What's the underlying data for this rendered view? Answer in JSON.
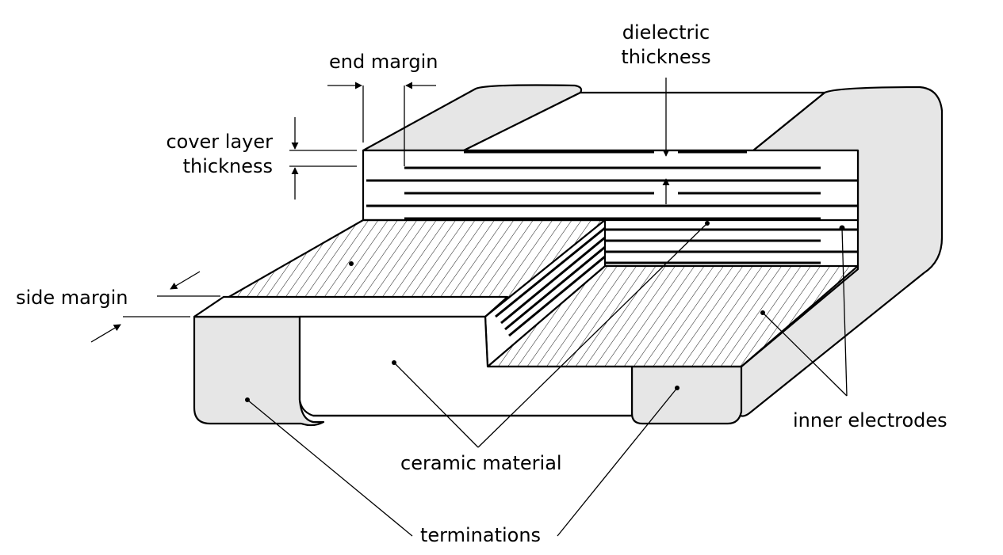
{
  "colors": {
    "line": "#000000",
    "termination_fill": "#e6e6e6",
    "ceramic_fill": "#ffffff",
    "background": "#ffffff"
  },
  "labels": {
    "dielectric_thickness": [
      "dielectric",
      "thickness"
    ],
    "end_margin": "end margin",
    "cover_layer_thickness": [
      "cover layer",
      "thickness"
    ],
    "side_margin": "side margin",
    "ceramic_material": "ceramic material",
    "terminations": "terminations",
    "inner_electrodes": "inner electrodes"
  }
}
